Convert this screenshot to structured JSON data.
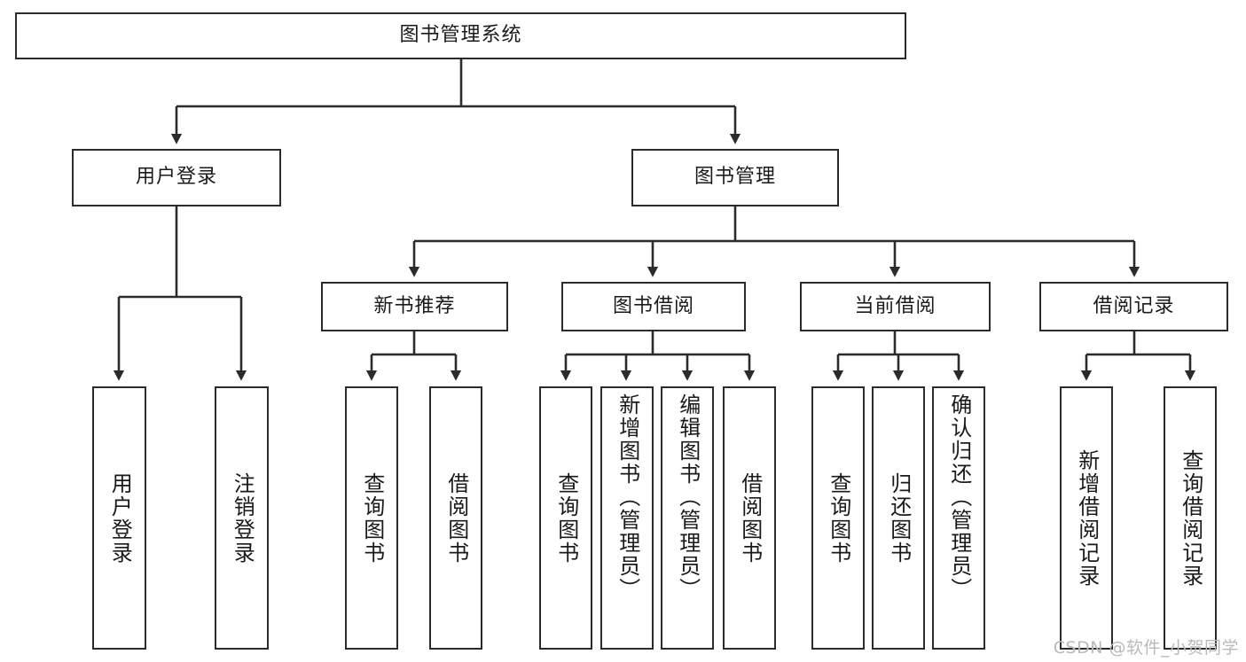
{
  "diagram": {
    "type": "tree-hierarchy-chart",
    "title": "图书管理系统",
    "line_color": "#2b2b2b",
    "box_fill": "#ffffff",
    "text_color": "#1a1a1a",
    "watermark": "CSDN @软件_小贺同学",
    "nodes": {
      "root": {
        "label": "图书管理系统"
      },
      "level2": [
        {
          "label": "用户登录"
        },
        {
          "label": "图书管理"
        }
      ],
      "level3": [
        {
          "label": "新书推荐"
        },
        {
          "label": "图书借阅"
        },
        {
          "label": "当前借阅"
        },
        {
          "label": "借阅记录"
        }
      ],
      "leaves": {
        "user_login": [
          {
            "label": "用户登录"
          },
          {
            "label": "注销登录"
          }
        ],
        "new_book_recommend": [
          {
            "label": "查询图书"
          },
          {
            "label": "借阅图书"
          }
        ],
        "book_borrow": [
          {
            "label": "查询图书"
          },
          {
            "label": "新增图书（管理员）"
          },
          {
            "label": "编辑图书（管理员）"
          },
          {
            "label": "借阅图书"
          }
        ],
        "current_borrow": [
          {
            "label": "查询图书"
          },
          {
            "label": "归还图书"
          },
          {
            "label": "确认归还（管理员）"
          }
        ],
        "borrow_record": [
          {
            "label": "新增借阅记录"
          },
          {
            "label": "查询借阅记录"
          }
        ]
      }
    }
  }
}
